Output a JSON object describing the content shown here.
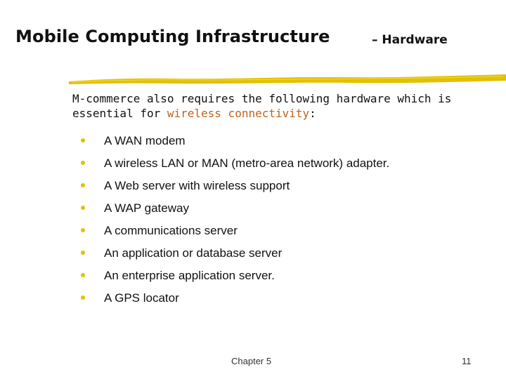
{
  "title": {
    "main": "Mobile Computing Infrastructure",
    "sub": "– Hardware"
  },
  "intro": {
    "before": "M-commerce also requires the following hardware which is essential for ",
    "highlight": "wireless connectivity",
    "after": ":"
  },
  "bullets": [
    "A WAN modem",
    "A wireless LAN or MAN (metro-area network) adapter.",
    "A Web server with wireless support",
    "A WAP gateway",
    "A communications server",
    "An application or database server",
    "An enterprise application server.",
    "A GPS locator"
  ],
  "footer": {
    "chapter": "Chapter 5",
    "page": "11"
  },
  "colors": {
    "accent_yellow": "#e2c100",
    "highlight_orange": "#c0621c",
    "text": "#111111"
  }
}
